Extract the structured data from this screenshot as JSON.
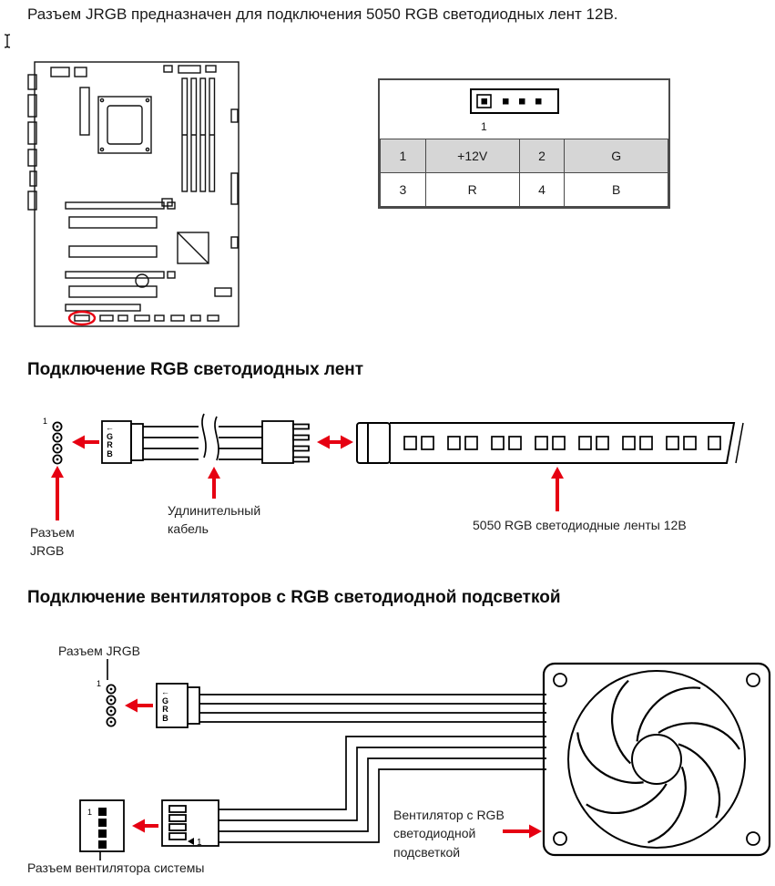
{
  "page": {
    "intro": "Разъем JRGB предназначен для подключения 5050 RGB светодиодных лент 12В.",
    "colors": {
      "accent_red": "#e60012",
      "table_row_gray": "#d6d6d6",
      "line_black": "#000000"
    }
  },
  "pinout": {
    "pin1_label": "1",
    "table": {
      "rows": [
        [
          "1",
          "+12V",
          "2",
          "G"
        ],
        [
          "3",
          "R",
          "4",
          "B"
        ]
      ]
    }
  },
  "strip_section": {
    "heading": "Подключение RGB светодиодных лент",
    "pin1_label": "1",
    "plug_marking": "←GRB",
    "labels": {
      "jrgb": "Разъем JRGB",
      "extension_cable": "Удлинительный кабель",
      "led_strip": "5050 RGB светодиодные ленты 12В"
    }
  },
  "fan_section": {
    "heading": "Подключение вентиляторов с RGB светодиодной подсветкой",
    "pin1_label": "1",
    "plug_marking": "←GRB",
    "labels": {
      "jrgb": "Разъем JRGB",
      "system_fan": "Разъем вентилятора системы",
      "rgb_fan": "Вентилятор с RGB светодиодной подсветкой"
    }
  }
}
